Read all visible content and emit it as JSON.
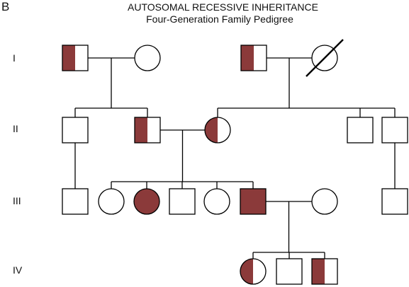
{
  "panel_label": "B",
  "title": "AUTOSOMAL RECESSIVE INHERITANCE",
  "subtitle": "Four-Generation Family Pedigree",
  "generations": [
    "I",
    "II",
    "III",
    "IV"
  ],
  "colors": {
    "affected": "#8b3a3a",
    "line": "#000000",
    "background": "#ffffff"
  },
  "legend_meaning": {
    "half_filled": "carrier",
    "filled": "affected",
    "empty": "unaffected",
    "slash": "deceased"
  },
  "individuals": [
    {
      "id": "I-1",
      "generation": "I",
      "sex": "male",
      "status": "carrier"
    },
    {
      "id": "I-2",
      "generation": "I",
      "sex": "female",
      "status": "unaffected"
    },
    {
      "id": "I-3",
      "generation": "I",
      "sex": "male",
      "status": "carrier"
    },
    {
      "id": "I-4",
      "generation": "I",
      "sex": "female",
      "status": "unaffected",
      "deceased": true
    },
    {
      "id": "II-1",
      "generation": "II",
      "sex": "male",
      "status": "unaffected"
    },
    {
      "id": "II-2",
      "generation": "II",
      "sex": "male",
      "status": "carrier"
    },
    {
      "id": "II-3",
      "generation": "II",
      "sex": "female",
      "status": "carrier"
    },
    {
      "id": "II-4",
      "generation": "II",
      "sex": "male",
      "status": "unaffected"
    },
    {
      "id": "II-5",
      "generation": "II",
      "sex": "male",
      "status": "unaffected"
    },
    {
      "id": "III-1",
      "generation": "III",
      "sex": "male",
      "status": "unaffected"
    },
    {
      "id": "III-2",
      "generation": "III",
      "sex": "female",
      "status": "unaffected"
    },
    {
      "id": "III-3",
      "generation": "III",
      "sex": "female",
      "status": "affected"
    },
    {
      "id": "III-4",
      "generation": "III",
      "sex": "male",
      "status": "unaffected"
    },
    {
      "id": "III-5",
      "generation": "III",
      "sex": "female",
      "status": "unaffected"
    },
    {
      "id": "III-6",
      "generation": "III",
      "sex": "male",
      "status": "affected"
    },
    {
      "id": "III-7",
      "generation": "III",
      "sex": "female",
      "status": "unaffected"
    },
    {
      "id": "III-8",
      "generation": "III",
      "sex": "male",
      "status": "unaffected"
    },
    {
      "id": "IV-1",
      "generation": "IV",
      "sex": "female",
      "status": "carrier"
    },
    {
      "id": "IV-2",
      "generation": "IV",
      "sex": "male",
      "status": "unaffected"
    },
    {
      "id": "IV-3",
      "generation": "IV",
      "sex": "male",
      "status": "carrier"
    }
  ],
  "matings": [
    {
      "partners": [
        "I-1",
        "I-2"
      ],
      "children": [
        "II-1",
        "II-2"
      ]
    },
    {
      "partners": [
        "I-3",
        "I-4"
      ],
      "children": [
        "II-3",
        "II-4",
        "II-5"
      ]
    },
    {
      "partners": [
        "II-2",
        "II-3"
      ],
      "children": [
        "III-2",
        "III-3",
        "III-4",
        "III-5",
        "III-6"
      ]
    },
    {
      "partners": [
        "III-6",
        "III-7"
      ],
      "children": [
        "IV-1",
        "IV-2",
        "IV-3"
      ]
    }
  ],
  "single_parent_lines": [
    {
      "parent": "II-1",
      "child": "III-1"
    },
    {
      "parent": "II-5",
      "child": "III-8"
    }
  ]
}
